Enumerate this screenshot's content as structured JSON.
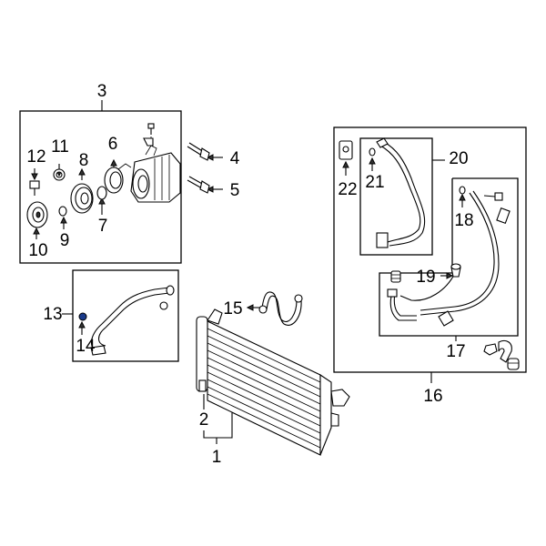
{
  "callouts": [
    {
      "id": "1",
      "text": "1"
    },
    {
      "id": "2",
      "text": "2"
    },
    {
      "id": "3",
      "text": "3"
    },
    {
      "id": "4",
      "text": "4"
    },
    {
      "id": "5",
      "text": "5"
    },
    {
      "id": "6",
      "text": "6"
    },
    {
      "id": "7",
      "text": "7"
    },
    {
      "id": "8",
      "text": "8"
    },
    {
      "id": "9",
      "text": "9"
    },
    {
      "id": "10",
      "text": "10"
    },
    {
      "id": "11",
      "text": "11"
    },
    {
      "id": "12",
      "text": "12"
    },
    {
      "id": "13",
      "text": "13"
    },
    {
      "id": "14",
      "text": "14"
    },
    {
      "id": "15",
      "text": "15"
    },
    {
      "id": "16",
      "text": "16"
    },
    {
      "id": "17",
      "text": "17"
    },
    {
      "id": "18",
      "text": "18"
    },
    {
      "id": "19",
      "text": "19"
    },
    {
      "id": "20",
      "text": "20"
    },
    {
      "id": "21",
      "text": "21"
    },
    {
      "id": "22",
      "text": "22"
    }
  ],
  "colors": {
    "line": "#000000",
    "background": "#ffffff",
    "seal_accent": "#1a3a8a"
  }
}
